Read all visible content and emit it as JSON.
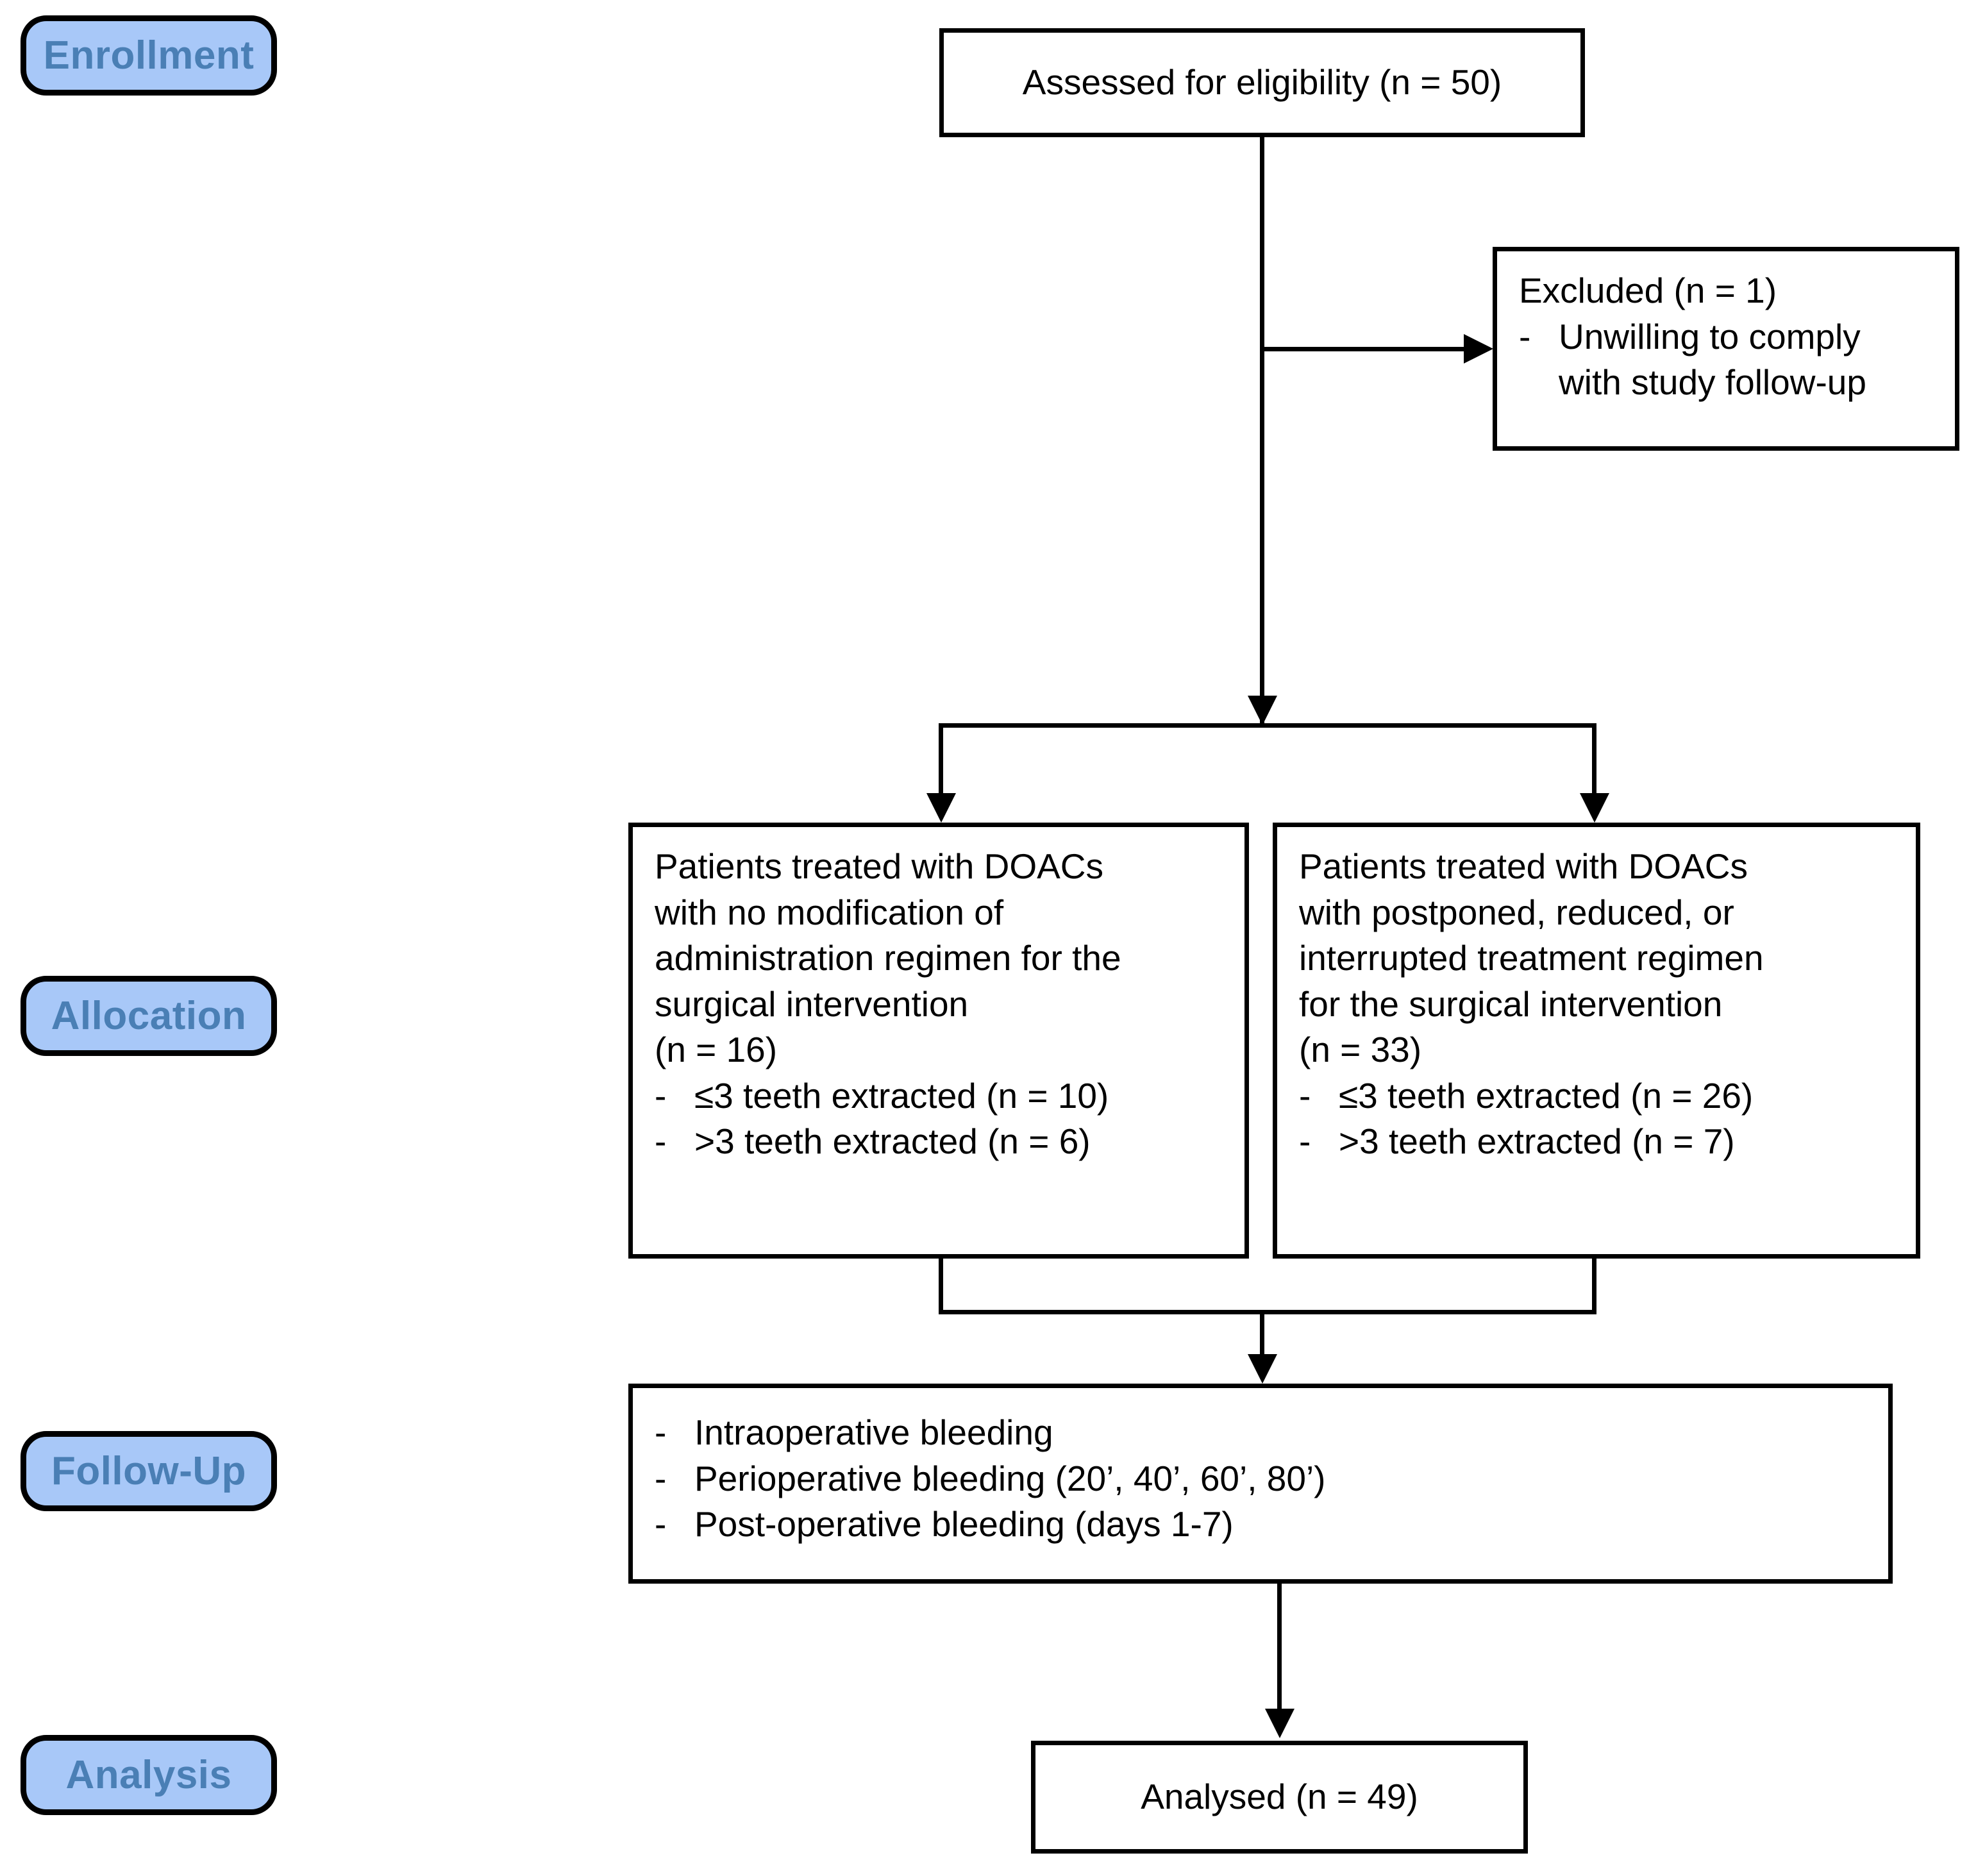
{
  "diagram": {
    "type": "consort-flow-diagram",
    "colors": {
      "pill_fill": "#a8c8f8",
      "pill_text": "#4a7fb5",
      "stroke": "#000000",
      "box_fill": "#ffffff",
      "box_text": "#000000"
    },
    "stages": [
      {
        "label": "Enrollment"
      },
      {
        "label": "Allocation"
      },
      {
        "label": "Follow-Up"
      },
      {
        "label": "Analysis"
      }
    ],
    "nodes": {
      "assessed": {
        "text": "Assessed for eligibility (n = 50)",
        "n": 50
      },
      "excluded": {
        "title": "Excluded  (n = 1)",
        "n": 1,
        "reasons": [
          {
            "dash": "-",
            "line1": "Unwilling to comply",
            "line2": "with study follow-up"
          }
        ]
      },
      "arm_left": {
        "line1": "Patients treated with DOACs",
        "line2": "with no modification of",
        "line3": "administration regimen for the",
        "line4": "surgical intervention",
        "count": "(n = 16)",
        "n": 16,
        "bullets": [
          {
            "dash": "-",
            "text": "≤3 teeth extracted (n = 10)",
            "n": 10
          },
          {
            "dash": "-",
            "text": ">3 teeth extracted (n = 6)",
            "n": 6
          }
        ]
      },
      "arm_right": {
        "line1": "Patients treated with DOACs",
        "line2": "with postponed, reduced, or",
        "line3": "interrupted treatment regimen",
        "line4": "for the surgical intervention",
        "count": "(n = 33)",
        "n": 33,
        "bullets": [
          {
            "dash": "-",
            "text": "≤3 teeth extracted (n = 26)",
            "n": 26
          },
          {
            "dash": "-",
            "text": ">3 teeth extracted (n = 7)",
            "n": 7
          }
        ]
      },
      "followup": {
        "items": [
          {
            "dash": "-",
            "text": "Intraoperative bleeding"
          },
          {
            "dash": "-",
            "text": "Perioperative bleeding (20’, 40’, 60’, 80’)"
          },
          {
            "dash": "-",
            "text": "Post-operative bleeding (days 1-7)"
          }
        ]
      },
      "analysed": {
        "text": "Analysed  (n = 49)",
        "n": 49
      }
    }
  }
}
